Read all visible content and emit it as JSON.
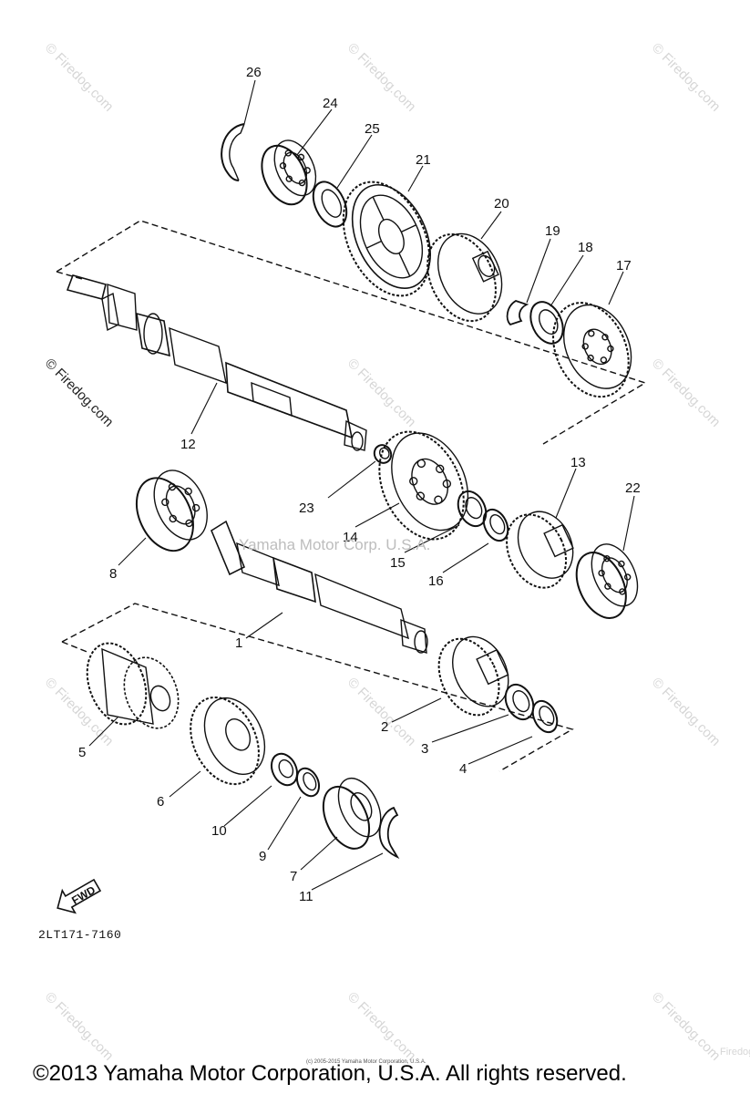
{
  "diagram": {
    "callouts": [
      "26",
      "24",
      "25",
      "21",
      "20",
      "19",
      "18",
      "17",
      "12",
      "23",
      "14",
      "13",
      "22",
      "8",
      "15",
      "16",
      "1",
      "5",
      "2",
      "3",
      "4",
      "6",
      "10",
      "9",
      "7",
      "11"
    ],
    "fwd_label": "FWD",
    "part_number": "2LT171-7160",
    "center_watermark": "Yamaha Motor Corp. U.S.A.",
    "watermark": "© Firedog.com",
    "watermark_short": "Firedog.com",
    "copyright": "©2013 Yamaha Motor Corporation, U.S.A. All rights reserved.",
    "tiny_notice": "(c) 2005-2015 Yamaha Motor Corporation, U.S.A."
  }
}
